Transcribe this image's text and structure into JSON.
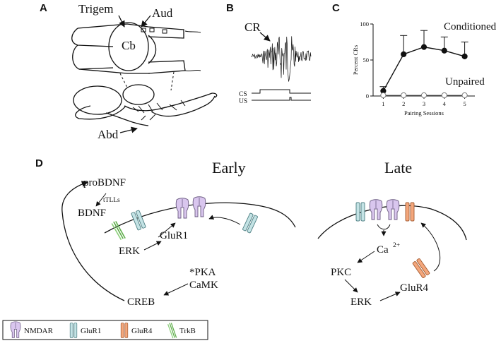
{
  "panel_a": {
    "letter": "A",
    "labels": {
      "trigem": "Trigem",
      "aud": "Aud",
      "cb": "Cb",
      "abd": "Abd"
    }
  },
  "panel_b": {
    "letter": "B",
    "labels": {
      "cr": "CR",
      "cs": "CS",
      "us": "US"
    }
  },
  "panel_c": {
    "letter": "C",
    "chart_data": {
      "type": "line",
      "xlabel": "Pairing Sessions",
      "ylabel": "Percent CRs",
      "x": [
        1,
        2,
        3,
        4,
        5
      ],
      "xlim": [
        0.5,
        5.5
      ],
      "ylim": [
        0,
        100
      ],
      "yticks": [
        0,
        50,
        100
      ],
      "series": [
        {
          "name": "Conditioned",
          "marker": "filled",
          "values": [
            7,
            58,
            68,
            63,
            55
          ],
          "errors": [
            6,
            26,
            23,
            19,
            20
          ]
        },
        {
          "name": "Unpaired",
          "marker": "open",
          "values": [
            1,
            1,
            1,
            1,
            1
          ],
          "errors": [
            0,
            0,
            0,
            0,
            0
          ]
        }
      ]
    }
  },
  "panel_d": {
    "letter": "D",
    "early": {
      "title": "Early",
      "probdnf": "proBDNF",
      "ttlls": "tTLLs",
      "bdnf": "BDNF",
      "glur1": "GluR1",
      "erk": "ERK",
      "pka": "*PKA",
      "camk": "CaMK",
      "creb": "CREB"
    },
    "late": {
      "title": "Late",
      "ca": "Ca",
      "ca_sup": "2+",
      "pkc": "PKC",
      "erk": "ERK",
      "glur4": "GluR4"
    }
  },
  "legend": [
    {
      "label": "NMDAR",
      "color": "#d9c6ee"
    },
    {
      "label": "GluR1",
      "color": "#c4e3e5"
    },
    {
      "label": "GluR4",
      "color": "#f4a77c"
    },
    {
      "label": "TrkB",
      "color": "#8ccf7a"
    }
  ]
}
